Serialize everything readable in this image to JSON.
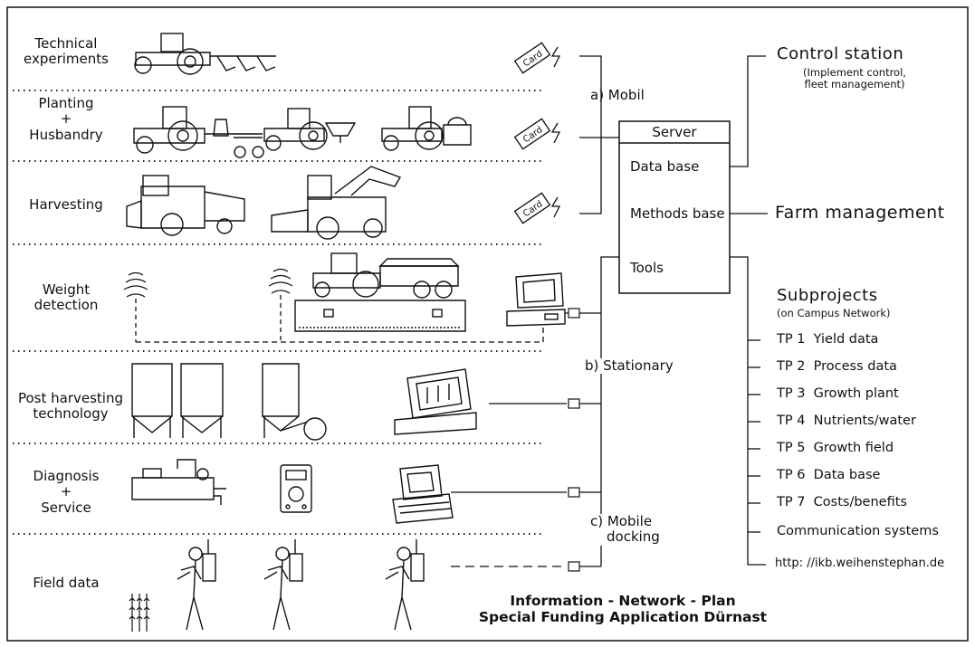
{
  "categories": [
    {
      "line1": "Technical",
      "line2": "experiments",
      "line3": ""
    },
    {
      "line1": "Planting",
      "line2": "+",
      "line3": "Husbandry"
    },
    {
      "line1": "Harvesting",
      "line2": "",
      "line3": ""
    },
    {
      "line1": "Weight",
      "line2": "detection",
      "line3": ""
    },
    {
      "line1": "Post harvesting",
      "line2": "technology",
      "line3": ""
    },
    {
      "line1": "Diagnosis",
      "line2": "+",
      "line3": "Service"
    },
    {
      "line1": "Field data",
      "line2": "",
      "line3": ""
    }
  ],
  "channels": {
    "mobil": "a) Mobil",
    "stationary": "b) Stationary",
    "mobile_docking_1": "c) Mobile",
    "mobile_docking_2": "docking"
  },
  "card_label": "Card",
  "server": {
    "title": "Server",
    "items": [
      "Data base",
      "Methods base",
      "Tools"
    ]
  },
  "control_station": {
    "title": "Control station",
    "sub1": "(Implement control,",
    "sub2": "fleet management)"
  },
  "farm_management": "Farm management",
  "subprojects": {
    "title": "Subprojects",
    "subtitle": "(on Campus Network)",
    "items": [
      "TP 1  Yield data",
      "TP 2  Process data",
      "TP 3  Growth plant",
      "TP 4  Nutrients/water",
      "TP 5  Growth field",
      "TP 6  Data base",
      "TP 7  Costs/benefits",
      "Communication systems"
    ],
    "url": "http: //ikb.weihenstephan.de"
  },
  "footer": {
    "line1": "Information - Network - Plan",
    "line2": "Special Funding Application Dürnast"
  }
}
